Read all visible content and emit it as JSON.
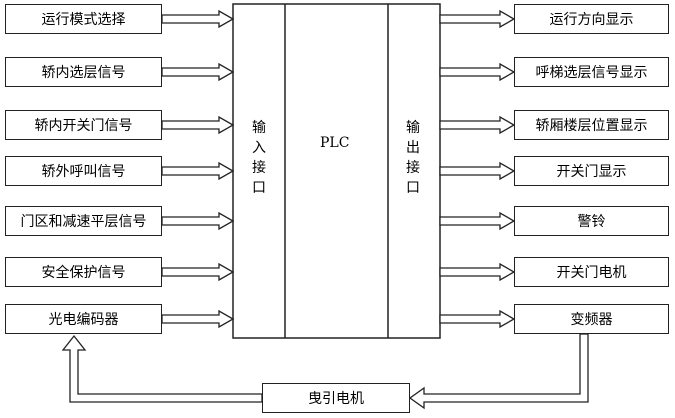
{
  "inputs": [
    "运行模式选择",
    "轿内选层信号",
    "轿内开关门信号",
    "轿外呼叫信号",
    "门区和减速平层信号",
    "安全保护信号",
    "光电编码器"
  ],
  "outputs": [
    "运行方向显示",
    "呼梯选层信号显示",
    "轿厢楼层位置显示",
    "开关门显示",
    "警铃",
    "开关门电机",
    "变频器"
  ],
  "center": {
    "input_interface": "输入接口",
    "title": "PLC",
    "output_interface": "输出接口"
  },
  "bottom_box": "曳引电机"
}
